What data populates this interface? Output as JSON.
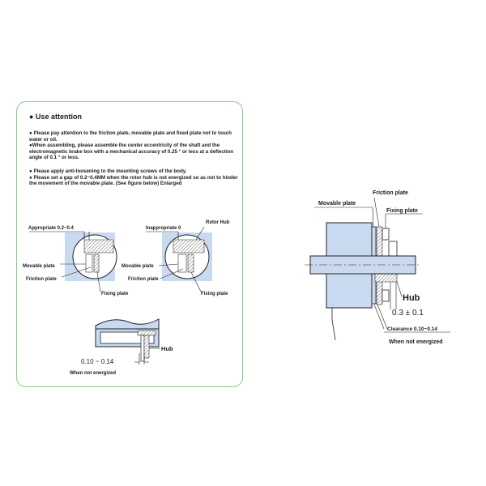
{
  "use_attention": {
    "title": "● Use attention",
    "notes": [
      "● Please pay attention to the friction plate, movable plate and fixed plate not to touch water or oil.",
      "●When assembling, please assemble the center eccentricity of the shaft and the electromagnetic brake box with a mechanical accuracy of 0.25 ° or less at a deflection angle of 0.1 ° or less.",
      "● Please apply anti-loosening to the mounting screws of the body.",
      "● Please set a gap of 0.2~0.4MM when the rotor hub is not energized so as not to hinder the movement of the movable plate. (See figure below) Enlarged"
    ]
  },
  "detail_left": {
    "top_label": "Appropriate 0.2~0.4",
    "movable_plate": "Movable plate",
    "friction_plate": "Friction plate",
    "fixing_plate": "Fixing plate"
  },
  "detail_right": {
    "top_label": "Inappropriate 0",
    "rotor_hub": "Rotor Hub",
    "movable_plate": "Movable plate",
    "friction_plate": "Friction plate",
    "fixing_plate": "Fixing plate"
  },
  "detail_bottom": {
    "hub": "Hub",
    "dimension": "0.10 ~ 0.14",
    "caption": "When not energized"
  },
  "main_drawing": {
    "movable_plate": "Movable plate",
    "friction_plate": "Friction plate",
    "fixing_plate": "Fixing plate",
    "hub": "Hub",
    "dimension": "0.3 ± 0.1",
    "clearance": "Clearance 0.10~0.14",
    "caption": "When not energized"
  },
  "colors": {
    "panel_border": "#8cc98c",
    "body_fill": "#c9daf0",
    "detail_bg": "#c9daf0",
    "hatch": "#555555"
  }
}
